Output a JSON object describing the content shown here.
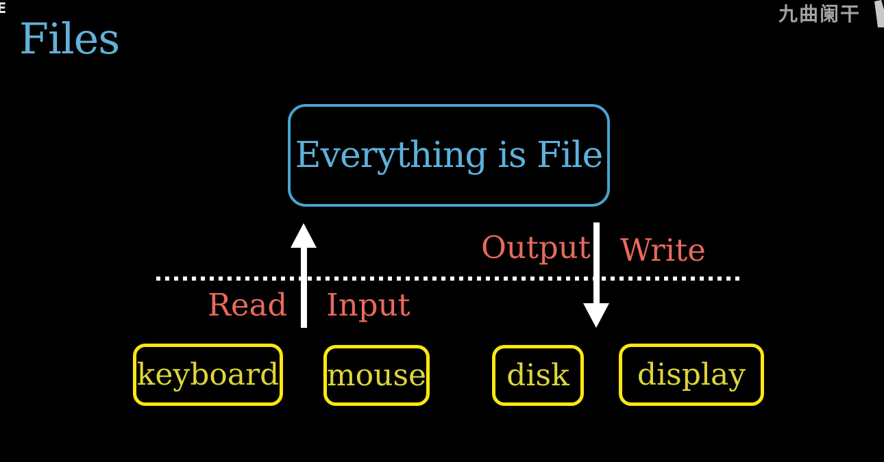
{
  "canvas": {
    "background": "#000000"
  },
  "slide_title": {
    "text": "Files",
    "color": "#63b1d9"
  },
  "corner_fragment": {
    "text": "E"
  },
  "watermark": {
    "text": "九曲阑干",
    "color": "#a3a3a3",
    "logo": "brand-mark"
  },
  "concept_box": {
    "label": "Everything is File",
    "border_color": "#46a4d1",
    "text_color": "#5db1db"
  },
  "boundary": {
    "style": "dotted",
    "color": "#ffffff"
  },
  "arrows": {
    "up": {
      "direction": "up",
      "color": "#ffffff",
      "meaning": "devices to file abstraction"
    },
    "down": {
      "direction": "down",
      "color": "#ffffff",
      "meaning": "file abstraction to devices"
    }
  },
  "flow_labels": {
    "read": "Read",
    "input": "Input",
    "output": "Output",
    "write": "Write",
    "color": "#e8695e"
  },
  "devices": {
    "border_color": "#ffe712",
    "text_color": "#ddd639",
    "items": [
      {
        "label": "keyboard"
      },
      {
        "label": "mouse"
      },
      {
        "label": "disk"
      },
      {
        "label": "display"
      }
    ]
  }
}
